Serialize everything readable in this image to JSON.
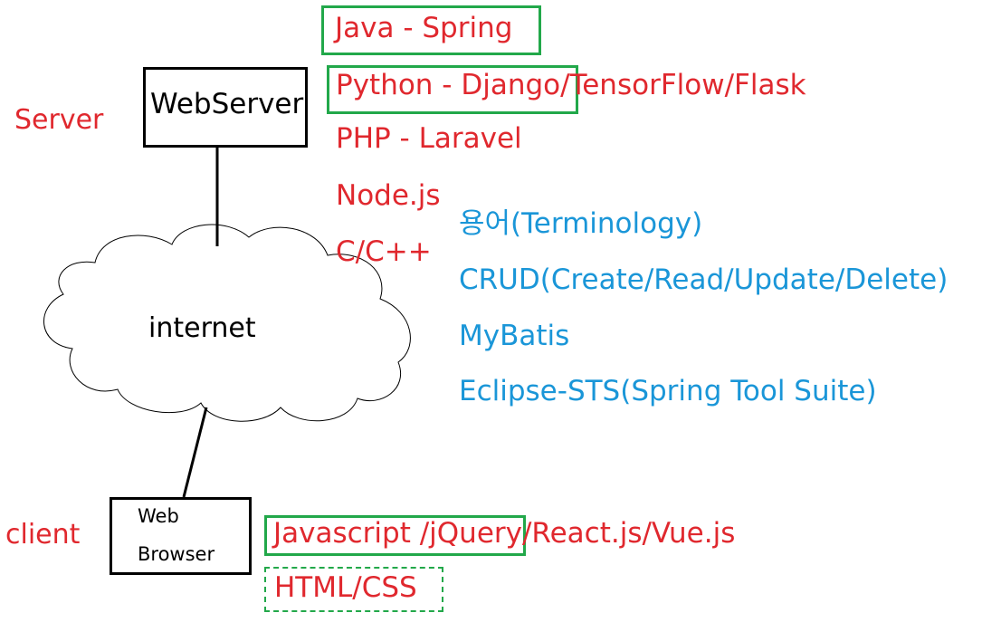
{
  "colors": {
    "red_text": "#e0282e",
    "blue_text": "#1a96d8",
    "green_box": "#22a84a",
    "black": "#000000"
  },
  "labels": {
    "server": "Server",
    "client": "client",
    "webserver": "WebServer",
    "internet": "internet",
    "web_browser_line1": "Web",
    "web_browser_line2": "Browser"
  },
  "server_stack": [
    "Java  - Spring",
    "Python  - Django/TensorFlow/Flask",
    "PHP  - Laravel",
    "Node.js",
    "C/C++"
  ],
  "terminology": [
    "용어(Terminology)",
    "CRUD(Create/Read/Update/Delete)",
    "MyBatis",
    "Eclipse-STS(Spring Tool Suite)"
  ],
  "client_stack": [
    "Javascript /jQuery/React.js/Vue.js",
    "HTML/CSS"
  ]
}
